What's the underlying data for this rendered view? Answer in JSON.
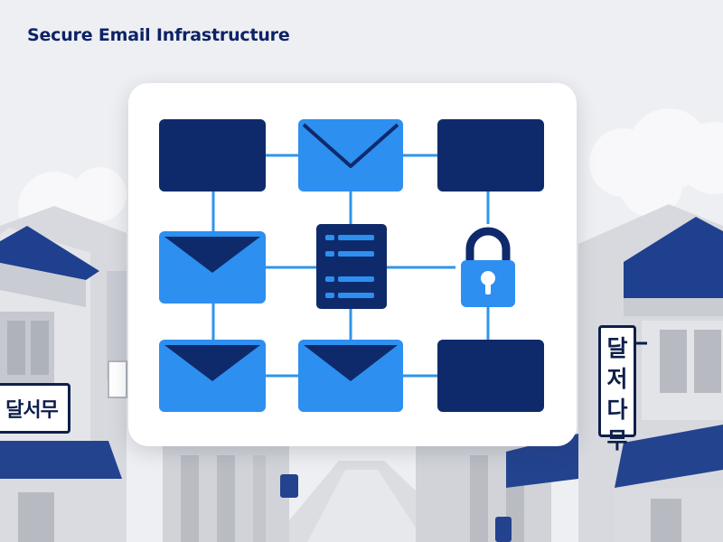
{
  "title": "Secure Email Infrastructure",
  "signs": {
    "left": "달서무",
    "right_chars": [
      "달",
      "저",
      "다",
      "무"
    ]
  },
  "diagram": {
    "nodes": [
      {
        "id": "box-top-left",
        "icon": "dark-block"
      },
      {
        "id": "envelope-top-center",
        "icon": "envelope-icon"
      },
      {
        "id": "box-top-right",
        "icon": "dark-block"
      },
      {
        "id": "envelope-middle-left",
        "icon": "envelope-icon"
      },
      {
        "id": "server-center",
        "icon": "server-icon"
      },
      {
        "id": "lock-middle-right",
        "icon": "lock-icon"
      },
      {
        "id": "envelope-bottom-left",
        "icon": "envelope-icon"
      },
      {
        "id": "envelope-bottom-center",
        "icon": "envelope-icon"
      },
      {
        "id": "box-bottom-right",
        "icon": "dark-block"
      }
    ]
  },
  "colors": {
    "navy": "#0f2a6b",
    "blue": "#2d8ff0",
    "line": "#2f95ea",
    "title": "#0d2266",
    "card": "#ffffff"
  }
}
